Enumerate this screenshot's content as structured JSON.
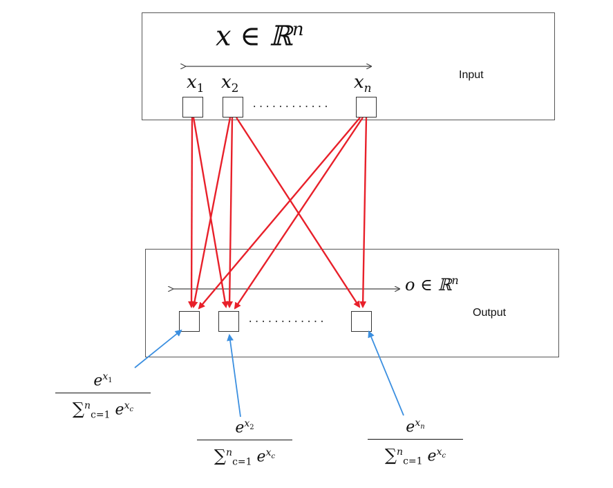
{
  "input": {
    "label": "Input",
    "space": "x ∈ ℝ",
    "space_exp": "n",
    "nodes": [
      {
        "base": "x",
        "sub": "1"
      },
      {
        "base": "x",
        "sub": "2"
      },
      {
        "base": "x",
        "sub": "n"
      }
    ],
    "dots": "............"
  },
  "output": {
    "label": "Output",
    "space": "o ∈ ℝ",
    "space_exp": "n",
    "dots": "............"
  },
  "formulas": [
    {
      "num_base": "e",
      "num_exp": "x",
      "num_exp_sub": "1",
      "den_sum": "∑",
      "den_lim": "n",
      "den_idx": "c=1",
      "den_base": "e",
      "den_exp": "x",
      "den_exp_sub": "c"
    },
    {
      "num_base": "e",
      "num_exp": "x",
      "num_exp_sub": "2",
      "den_sum": "∑",
      "den_lim": "n",
      "den_idx": "c=1",
      "den_base": "e",
      "den_exp": "x",
      "den_exp_sub": "c"
    },
    {
      "num_base": "e",
      "num_exp": "x",
      "num_exp_sub": "n",
      "den_sum": "∑",
      "den_lim": "n",
      "den_idx": "c=1",
      "den_base": "e",
      "den_exp": "x",
      "den_exp_sub": "c"
    }
  ],
  "colors": {
    "connection": "#e8202a",
    "pointer": "#3b8fe0",
    "frame": "#555555"
  }
}
